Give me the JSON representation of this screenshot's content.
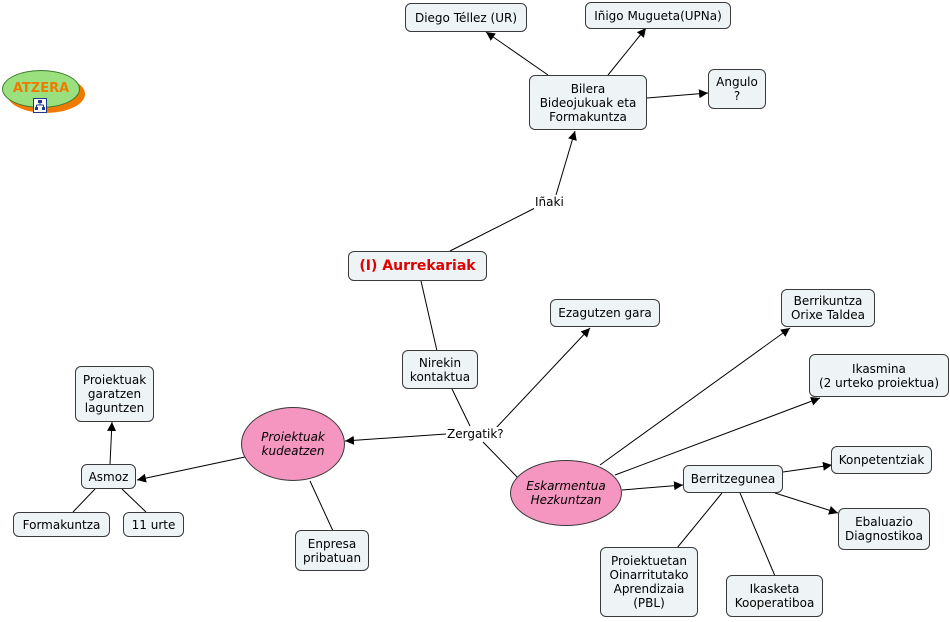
{
  "back_button": {
    "label": "ATZERA",
    "icon": "concept-map-icon"
  },
  "main_topic": "(I) Aurrekariak",
  "nodes": {
    "diego": "Diego Téllez (UR)",
    "inigo": "Iñigo Mugueta(UPNa)",
    "bilera": "Bilera\nBideojukuak eta\nFormakuntza",
    "angulo": "Angulo\n?",
    "ezagutzen": "Ezagutzen gara",
    "berrikuntza": "Berrikuntza\nOrixe Taldea",
    "nirekin": "Nirekin\nkontaktua",
    "ikasmina": "Ikasmina\n(2 urteko proiektua)",
    "proiektuak_laguntzen": "Proiektuak\ngaratzen\nlaguntzen",
    "proiektuak_kudeatzen": "Proiektuak\nkudeatzen",
    "konpetentziak": "Konpetentziak",
    "berritzegunea": "Berritzegunea",
    "eskarmentua": "Eskarmentua\nHezkuntzan",
    "asmoz": "Asmoz",
    "evaluazio": "Ebaluazio\nDiagnostikoa",
    "formakuntza": "Formakuntza",
    "urte11": "11 urte",
    "enpresa": "Enpresa\npribatuan",
    "pbl": "Proiektuetan\nOinarritutako\nAprendizaia\n(PBL)",
    "ikasketa": "Ikasketa\nKooperatiboa"
  },
  "link_labels": {
    "inaki": "Iñaki",
    "zergatik": "Zergatik?"
  },
  "colors": {
    "node_fill": "#eef4f6",
    "ellipse_fill": "#f596c0",
    "main_text": "#e00000",
    "back_fill": "#9be07e",
    "back_text": "#f07a00"
  }
}
